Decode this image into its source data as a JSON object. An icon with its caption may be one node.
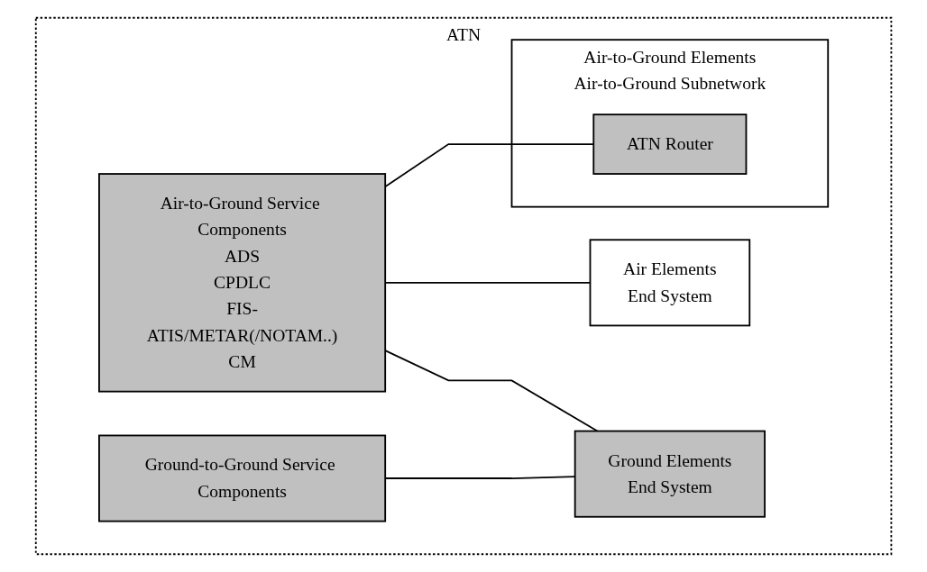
{
  "diagram": {
    "nodes": [
      {
        "text": [
          "ATN"
        ]
      },
      {
        "text": [
          "Air-to-Ground Service Components",
          "ADS",
          "CPDLC",
          "FIS-ATIS/METAR(/NOTAM..)",
          "CM"
        ],
        "in": 0
      },
      {
        "text": [
          "Air Elements",
          "End System"
        ],
        "in": 0
      },
      {
        "text": [
          "Air-to-Ground Elements",
          "Air-to-Ground Subnetwork"
        ],
        "in": 0
      },
      {
        "text": [
          "ATN Router"
        ],
        "in": 3
      },
      {
        "text": [
          "Ground-to-Ground Service Components"
        ],
        "in": 0
      },
      {
        "text": [
          "Ground Elements",
          "End System"
        ],
        "in": 0
      }
    ],
    "edges": [
      {
        "from": 1,
        "to": 2,
        "arrow": "none"
      },
      {
        "from": 1,
        "to": 4,
        "arrow": "none"
      },
      {
        "from": 1,
        "to": 6,
        "arrow": "none"
      },
      {
        "from": 5,
        "to": 6,
        "arrow": "none"
      }
    ]
  }
}
